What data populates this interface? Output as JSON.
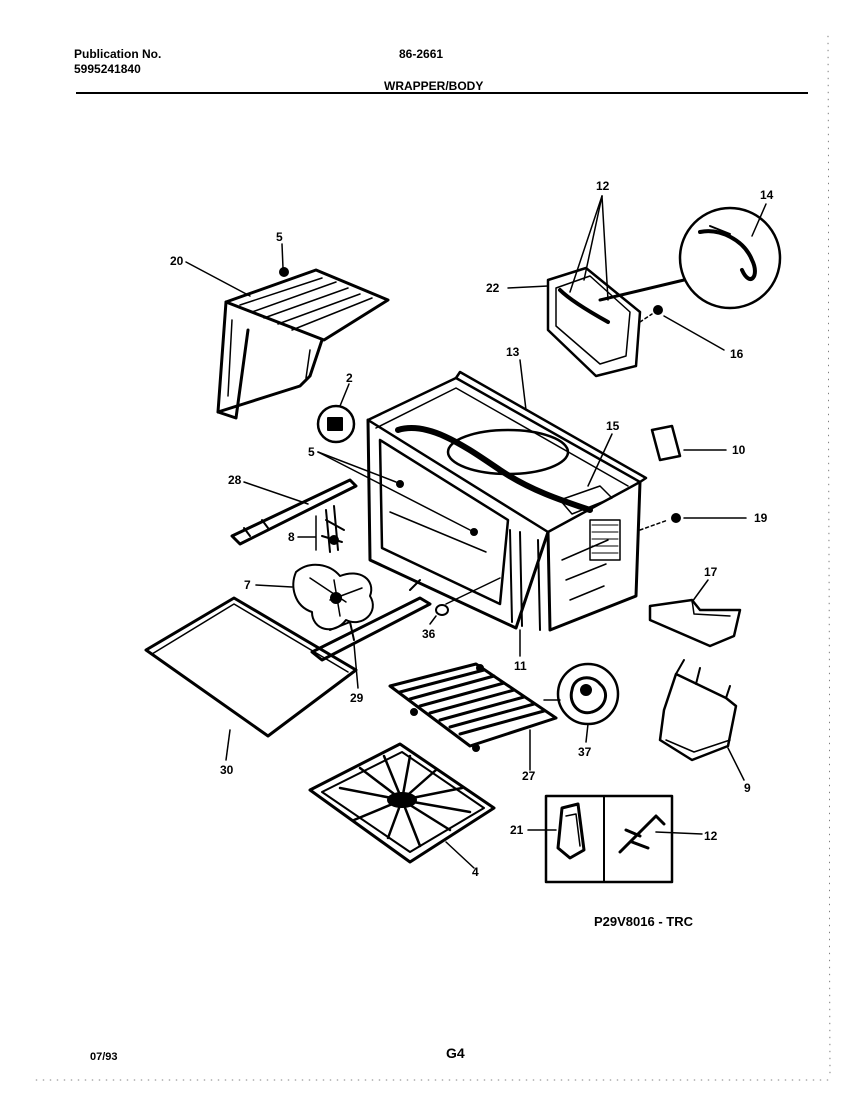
{
  "header": {
    "publication_label": "Publication No.",
    "publication_number": "5995241840",
    "model": "86-2661",
    "section": "WRAPPER/BODY"
  },
  "footer": {
    "date": "07/93",
    "page": "G4",
    "figure_code": "P29V8016 - TRC"
  },
  "callouts": {
    "c2": "2",
    "c4": "4",
    "c5a": "5",
    "c5b": "5",
    "c7": "7",
    "c8": "8",
    "c9": "9",
    "c10": "10",
    "c11": "11",
    "c12a": "12",
    "c12b": "12",
    "c13": "13",
    "c14": "14",
    "c15": "15",
    "c16": "16",
    "c17": "17",
    "c19": "19",
    "c20": "20",
    "c21": "21",
    "c22": "22",
    "c27": "27",
    "c28": "28",
    "c29": "29",
    "c30": "30",
    "c36": "36",
    "c37": "37"
  },
  "colors": {
    "ink": "#000000",
    "paper": "#ffffff"
  }
}
